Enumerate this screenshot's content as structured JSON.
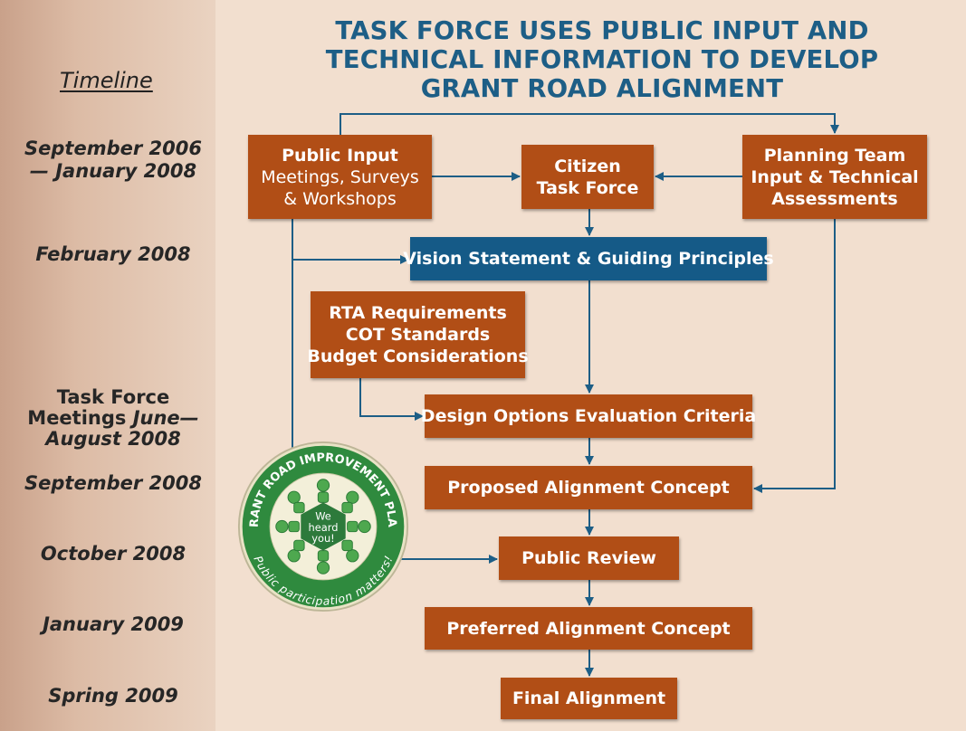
{
  "title": {
    "line1": "TASK FORCE USES PUBLIC INPUT AND",
    "line2": "TECHNICAL INFORMATION TO DEVELOP",
    "line3": "GRANT ROAD ALIGNMENT"
  },
  "timeline": {
    "heading": "Timeline",
    "entries": [
      {
        "line1": "September 2006",
        "line2": "— January 2008"
      },
      {
        "line1": "February 2008"
      },
      {
        "line1": "Task Force",
        "line2a": "Meetings ",
        "line2b": "June—",
        "line3": "August 2008"
      },
      {
        "line1": "September 2008"
      },
      {
        "line1": "October 2008"
      },
      {
        "line1": "January 2009"
      },
      {
        "line1": "Spring 2009"
      }
    ]
  },
  "boxes": {
    "public_input": {
      "line1": "Public Input",
      "line2": "Meetings, Surveys",
      "line3": "& Workshops"
    },
    "citizen_task_force": {
      "line1": "Citizen",
      "line2": "Task Force"
    },
    "planning_team": {
      "line1": "Planning Team",
      "line2": "Input & Technical",
      "line3": "Assessments"
    },
    "vision_statement": {
      "line1": "Vision Statement & Guiding Principles"
    },
    "requirements": {
      "line1": "RTA Requirements",
      "line2": "COT Standards",
      "line3": "Budget Considerations"
    },
    "design_options": {
      "line1": "Design Options Evaluation Criteria"
    },
    "proposed_alignment": {
      "line1": "Proposed Alignment Concept"
    },
    "public_review": {
      "line1": "Public Review"
    },
    "preferred_alignment": {
      "line1": "Preferred Alignment Concept"
    },
    "final_alignment": {
      "line1": "Final Alignment"
    }
  },
  "seal": {
    "top_text": "GRANT ROAD IMPROVEMENT PLAN",
    "bottom_text": "Public participation matters!",
    "center_line1": "We",
    "center_line2": "heard",
    "center_line3": "you!"
  },
  "colors": {
    "title_blue": "#1d5e86",
    "box_orange": "#b14e16",
    "box_blue": "#155a87",
    "connector": "#1d5e86",
    "seal_green": "#2f8a3e"
  }
}
